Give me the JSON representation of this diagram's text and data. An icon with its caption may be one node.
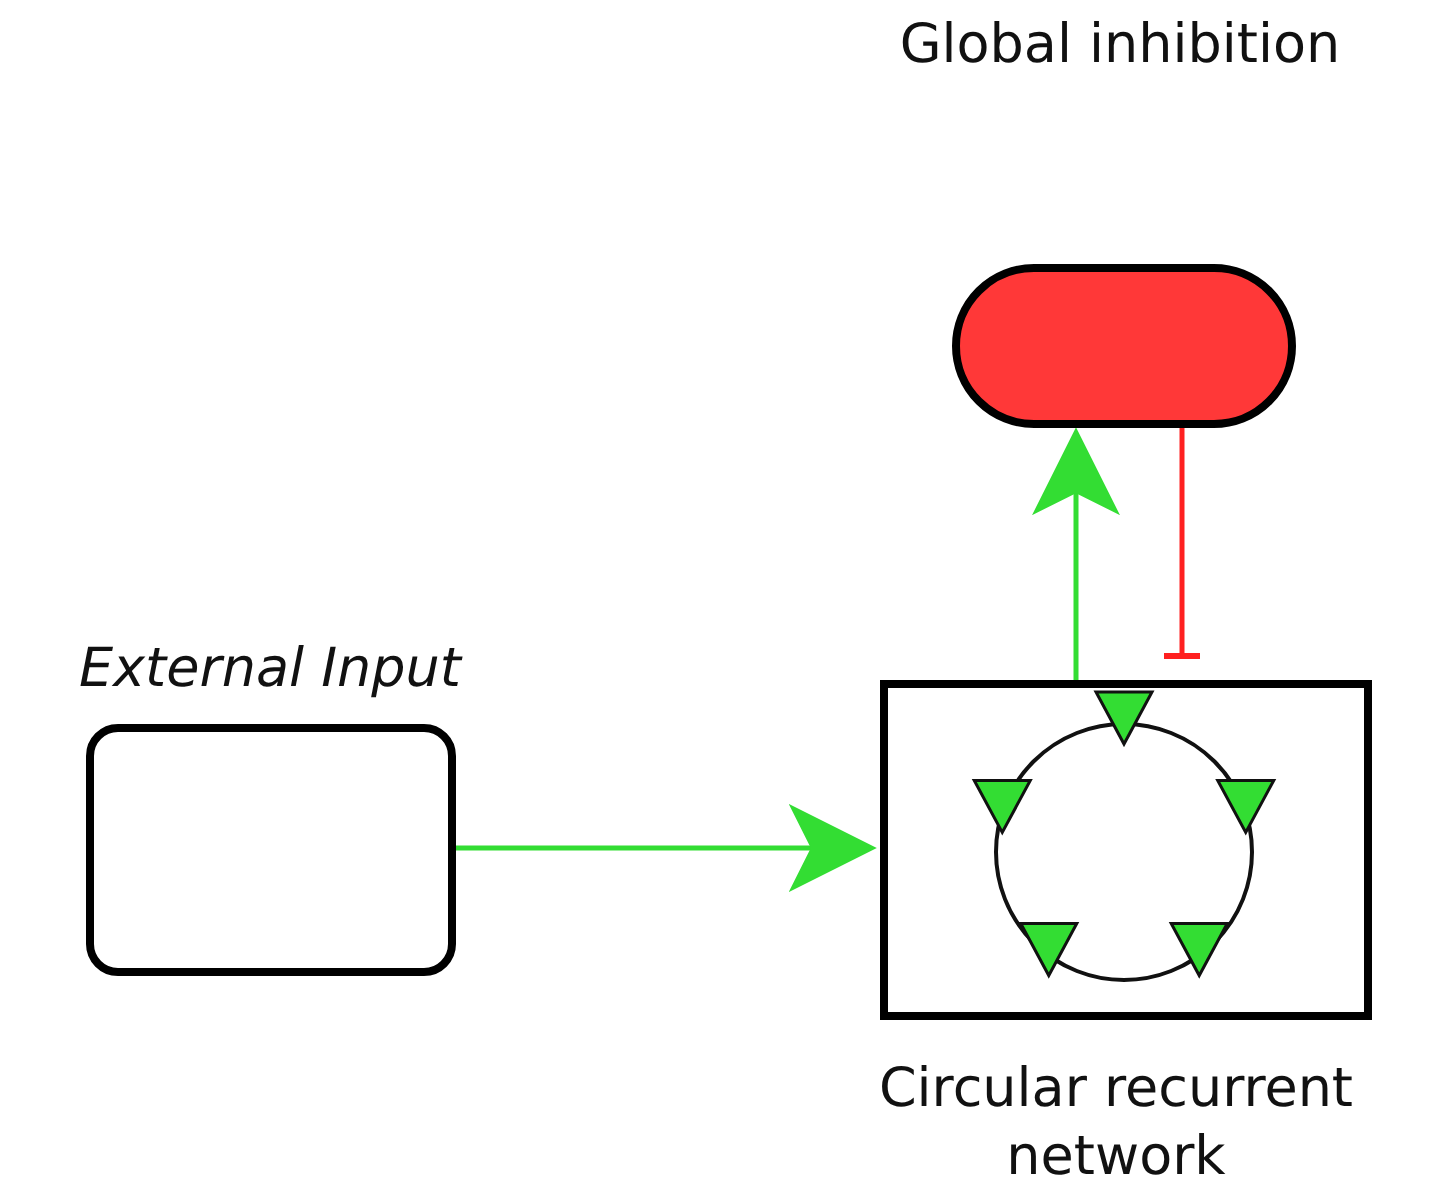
{
  "diagram": {
    "nodes": [
      {
        "text": [
          "External Input"
        ]
      },
      {
        "text": [
          "Global inhibition"
        ]
      },
      {
        "text": [
          "Circular recurrent network"
        ]
      }
    ],
    "edges": [
      {
        "from": 0,
        "to": 2,
        "arrow": "to"
      },
      {
        "from": 2,
        "to": 1,
        "arrow": "to"
      },
      {
        "from": 1,
        "to": 2,
        "arrow": "other",
        "color": "#ff2020"
      }
    ]
  }
}
